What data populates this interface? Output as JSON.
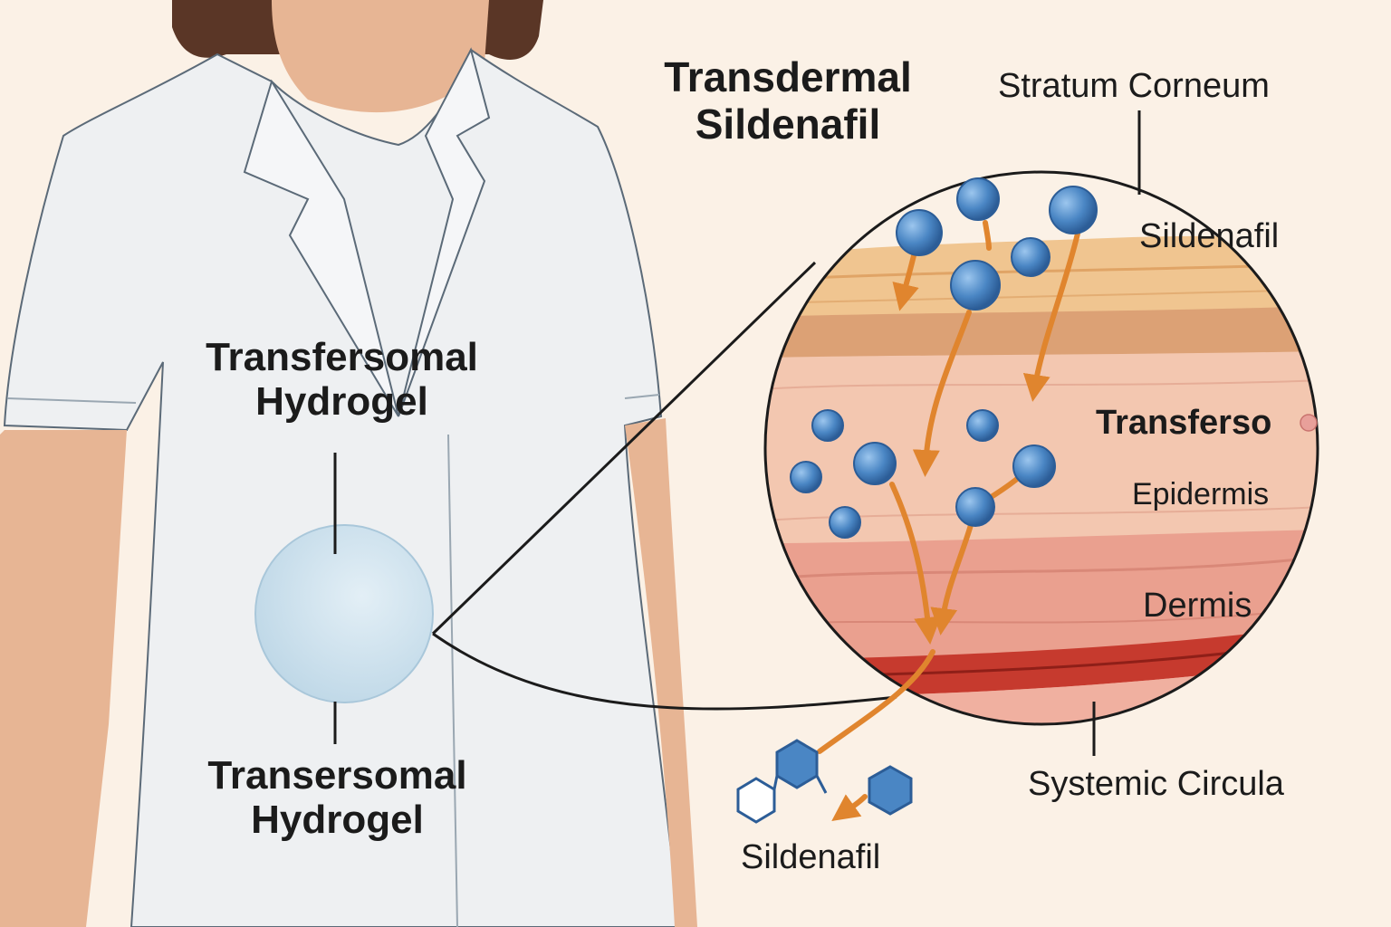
{
  "title": {
    "line1": "Transdermal",
    "line2": "Sildenafil"
  },
  "labels": {
    "patch_top": {
      "line1": "Transfersomal",
      "line2": "Hydrogel"
    },
    "patch_bottom": {
      "line1": "Transersomal",
      "line2": "Hydrogel"
    },
    "stratum_corneum": "Stratum Corneum",
    "sildenafil_top": "Sildenafil",
    "transferso": "Transferso",
    "epidermis": "Epidermis",
    "dermis": "Dermis",
    "systemic": "Systemic Circula",
    "sildenafil_bottom": "Sildenafil"
  },
  "colors": {
    "background": "#fbf1e6",
    "coat": "#eef0f2",
    "patch": "#cfe3ee",
    "molecule": "#4a86c4",
    "arrow": "#e0852e",
    "stratum": "#f0c590",
    "epidermis": "#f3c7b0",
    "dermis": "#eaa08f",
    "vessel": "#c63a2e"
  }
}
